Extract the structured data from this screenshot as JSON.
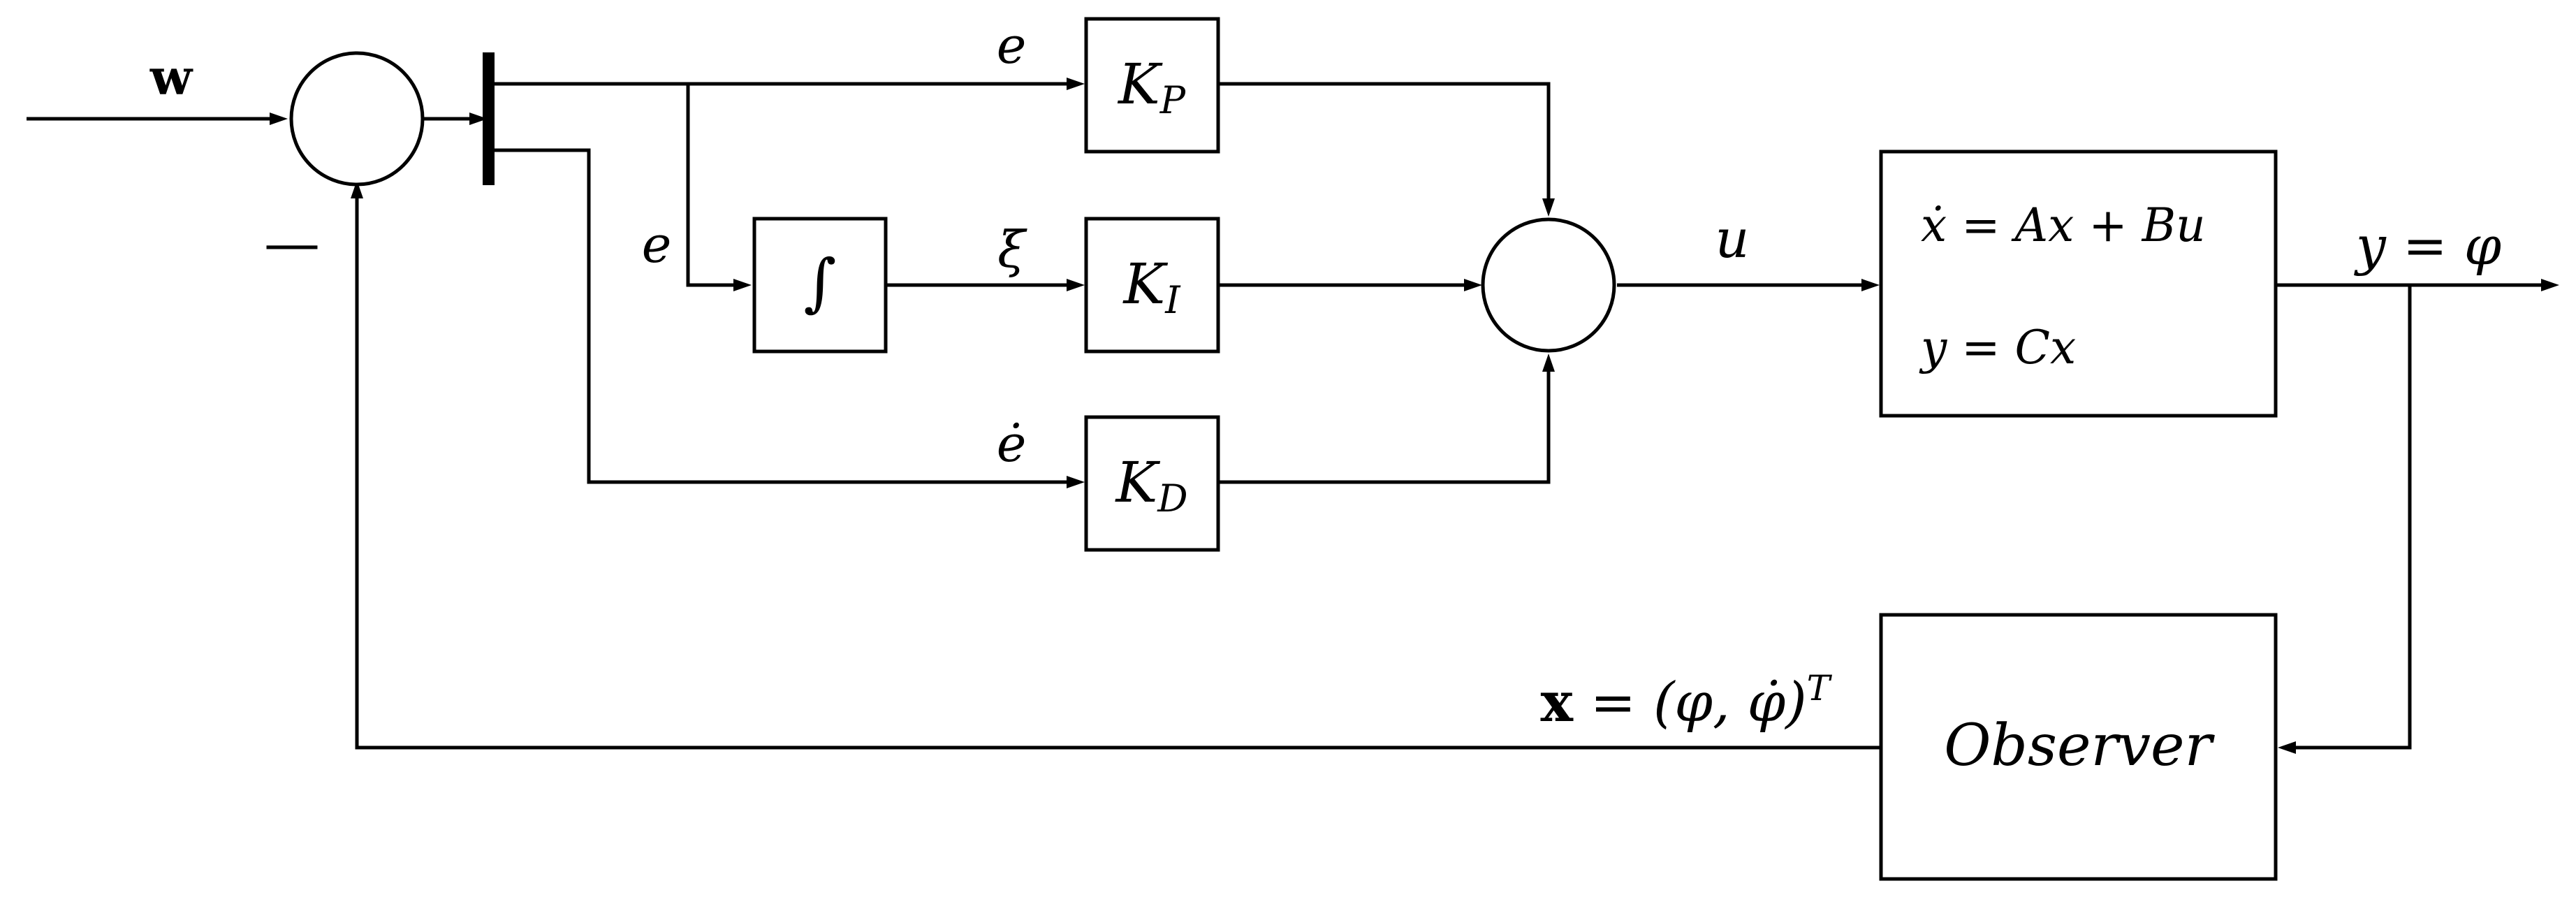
{
  "inputs": {
    "reference": "w",
    "minus_sign": "—"
  },
  "signals": {
    "error_p": "e",
    "error_i": "e",
    "integral_state": "ξ",
    "error_d": "ė",
    "control": "u",
    "output": "y = φ",
    "state_feedback": {
      "x": "x",
      "rest": " = (φ, φ̇)",
      "sup": "T"
    }
  },
  "blocks": {
    "integrator": "∫",
    "kp": {
      "main": "K",
      "sub": "P"
    },
    "ki": {
      "main": "K",
      "sub": "I"
    },
    "kd": {
      "main": "K",
      "sub": "D"
    },
    "plant": {
      "line1": "ẋ = Ax + Bu",
      "line2": "y = Cx"
    },
    "observer": "Observer"
  }
}
